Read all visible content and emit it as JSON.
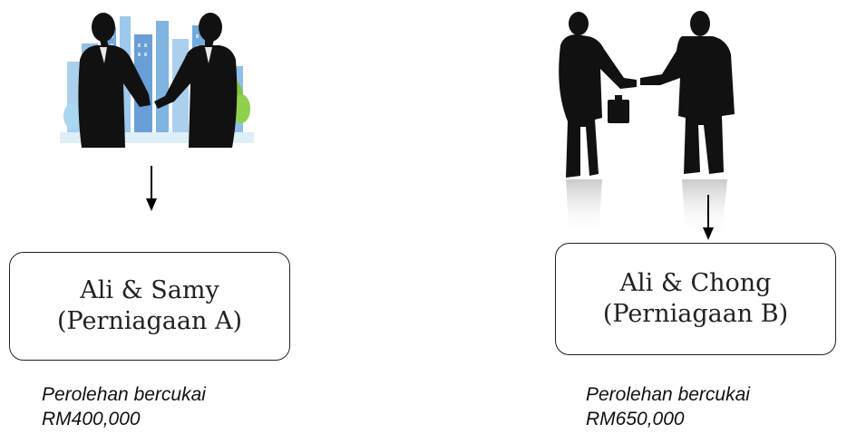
{
  "left": {
    "box_line1": "Ali & Samy",
    "box_line2": "(Perniagaan A)",
    "caption_line1": "Perolehan bercukai",
    "caption_line2": "RM400,000",
    "image_icon": "handshake-city-icon"
  },
  "right": {
    "box_line1": "Ali & Chong",
    "box_line2": "(Perniagaan B)",
    "caption_line1": "Perolehan bercukai",
    "caption_line2": "RM650,000",
    "image_icon": "handshake-silhouette-icon"
  },
  "colors": {
    "silhouette": "#111111",
    "city_blue": "#5b9bd5",
    "city_green": "#7fc241",
    "border": "#222222"
  }
}
